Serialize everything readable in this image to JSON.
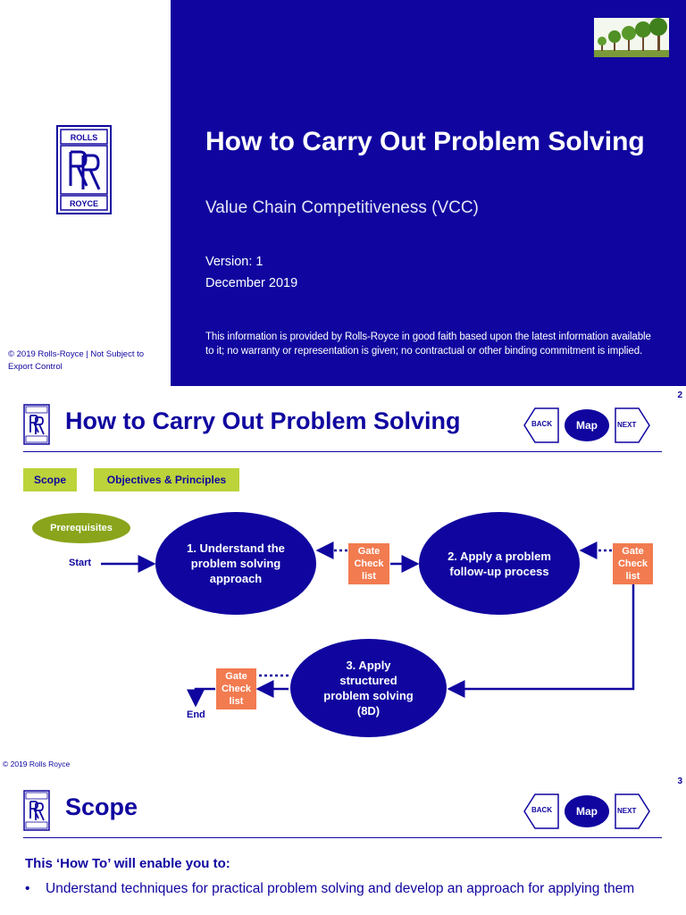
{
  "slide1": {
    "title": "How to Carry Out Problem Solving",
    "subtitle": "Value Chain Competitiveness (VCC)",
    "version": "Version: 1",
    "date": "December 2019",
    "disclaimer": "This information is provided by Rolls-Royce in good faith based upon the latest information available to it; no warranty or representation is given; no contractual or other binding commitment is implied.",
    "copyright": "© 2019 Rolls-Royce | Not Subject to Export Control",
    "logo_text": [
      "ROLLS",
      "ROYCE"
    ]
  },
  "slide2": {
    "page_number": "2",
    "title": "How to Carry Out Problem Solving",
    "nav": {
      "back": "BACK",
      "map": "Map",
      "next": "NEXT"
    },
    "chips": {
      "scope": "Scope",
      "objectives": "Objectives & Principles"
    },
    "prerequisites": "Prerequisites",
    "start": "Start",
    "end": "End",
    "step1": "1. Understand the problem solving approach",
    "step2": "2. Apply a problem follow-up process",
    "step3": "3. Apply structured problem solving (8D)",
    "gate": "Gate Check list",
    "copyright": "© 2019 Rolls Royce",
    "colors": {
      "brand": "#10069f",
      "chip": "#bcd33a",
      "prereq": "#8aa41b",
      "gate": "#f27b50"
    }
  },
  "slide3": {
    "page_number": "3",
    "title": "Scope",
    "nav": {
      "back": "BACK",
      "map": "Map",
      "next": "NEXT"
    },
    "intro": "This ‘How To’ will enable you to:",
    "bullets": [
      "Understand techniques for practical problem solving and develop an approach for applying them"
    ]
  }
}
